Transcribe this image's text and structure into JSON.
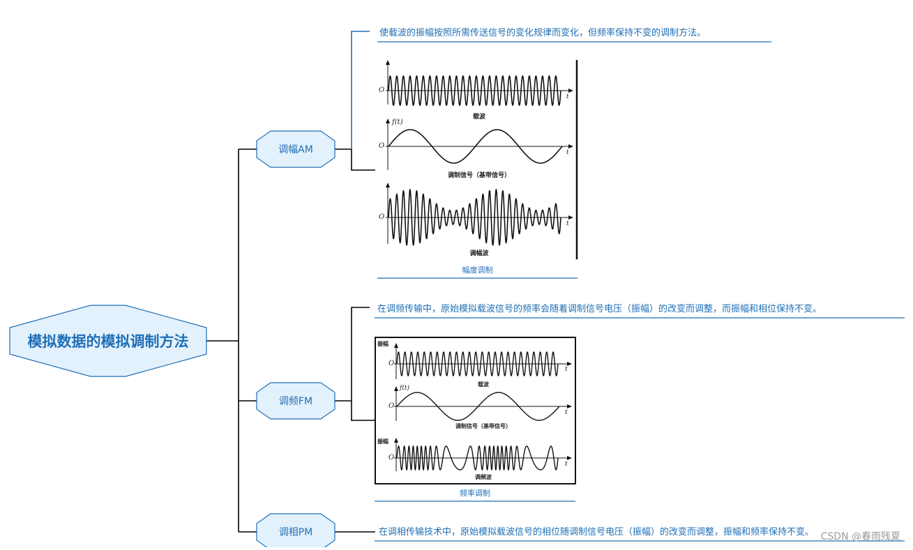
{
  "root": {
    "label": "模拟数据的模拟调制方法"
  },
  "branches": [
    {
      "label": "调幅AM",
      "description": "使载波的振幅按照所需传送信号的变化规律而变化，但频率保持不变的调制方法。",
      "figure_caption": "幅度调制",
      "figure": {
        "panels": [
          {
            "title": "载波",
            "axis_origin": "O",
            "axis_var": "t"
          },
          {
            "title": "调制信号（基带信号）",
            "axis_origin": "O",
            "axis_var": "t",
            "y_label": "f(t)"
          },
          {
            "title": "调幅波",
            "axis_origin": "O",
            "axis_var": "t"
          }
        ]
      }
    },
    {
      "label": "调频FM",
      "description": "在调频传输中，原始模拟载波信号的频率会随着调制信号电压（振幅）的改变而调整，而振幅和相位保持不变。",
      "figure_caption": "频率调制",
      "figure": {
        "panels": [
          {
            "title": "载波",
            "axis_origin": "O",
            "axis_var": "t",
            "side_label": "振幅"
          },
          {
            "title": "调制信号（基带信号）",
            "axis_origin": "O",
            "axis_var": "t",
            "y_label": "f(t)"
          },
          {
            "title": "调频波",
            "axis_origin": "O",
            "axis_var": "t",
            "side_label": "振幅"
          }
        ]
      }
    },
    {
      "label": "调相PM",
      "description": "在调相传输技术中，原始模拟载波信号的相位随调制信号电压（振幅）的改变而调整，振幅和频率保持不变。"
    }
  ],
  "watermark": "CSDN @春雨残夏",
  "colors": {
    "node_fill": "#e3f1fd",
    "node_stroke": "#1f6fb5",
    "text": "#1f6fb5",
    "connector": "#000000"
  }
}
